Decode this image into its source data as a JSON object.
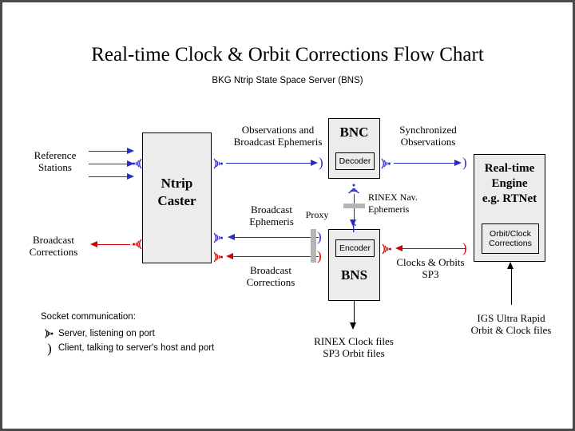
{
  "diagram": {
    "title": "Real-time Clock & Orbit Corrections Flow Chart",
    "subtitle": "BKG Ntrip State Space Server  (BNS)"
  },
  "colors": {
    "blue": "#2b2bc6",
    "red": "#d00000",
    "black": "#000000",
    "box_fill": "#ececec",
    "proxy_gray": "#b5b5b5",
    "frame": "#4a4a4a"
  },
  "nodes": {
    "ntrip_caster": {
      "title": "Ntrip\nCaster"
    },
    "bnc": {
      "title": "BNC",
      "sub": "Decoder"
    },
    "bns": {
      "title": "BNS",
      "sub": "Encoder"
    },
    "rt_engine": {
      "title": "Real-time\nEngine\ne.g. RTNet",
      "sub": "Orbit/Clock\nCorrections"
    }
  },
  "labels": {
    "reference_stations": "Reference\nStations",
    "broadcast_corrections_out": "Broadcast\nCorrections",
    "observations_and_ephemeris": "Observations and\nBroadcast Ephemeris",
    "synchronized_observations": "Synchronized\nObservations",
    "rinex_nav_ephemeris": "RINEX Nav.\nEphemeris",
    "proxy": "Proxy",
    "broadcast_ephemeris": "Broadcast\nEphemeris",
    "broadcast_corrections_in": "Broadcast\nCorrections",
    "clocks_and_orbits_sp3": "Clocks & Orbits\nSP3",
    "rinex_clock_sp3_files": "RINEX Clock files\nSP3 Orbit files",
    "igs_ultra_rapid": "IGS Ultra Rapid\nOrbit & Clock files"
  },
  "legend": {
    "heading": "Socket communication:",
    "server": "Server, listening on port",
    "client": "Client, talking to server's host and port"
  }
}
